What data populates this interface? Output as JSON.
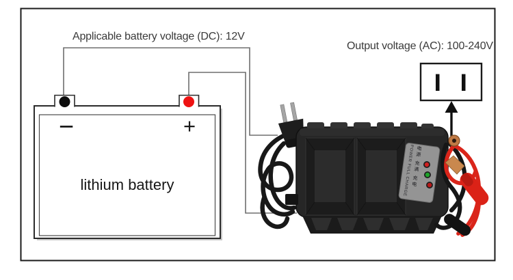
{
  "labels": {
    "dc": "Applicable battery voltage (DC): 12V",
    "ac": "Output voltage (AC): 100-240V"
  },
  "battery": {
    "name": "lithium battery",
    "negative_symbol": "−",
    "positive_symbol": "+",
    "negative_terminal_color": "#0c0c0c",
    "positive_terminal_color": "#ee1212"
  },
  "charger": {
    "panel_text_en": "POWER FULL CHARGE",
    "panel_text_zh": "电源 充满 充电",
    "leds": [
      "#cf1f1f",
      "#1ea32a",
      "#b81818"
    ]
  },
  "colors": {
    "wire": "#6e6e6e",
    "frame": "#1a1a1a",
    "charger_body": "#262626",
    "red_cable": "#da251a",
    "copper": "#c07a45"
  }
}
